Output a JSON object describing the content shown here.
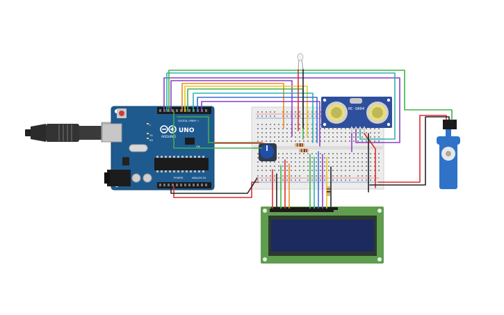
{
  "arduino": {
    "brand": "ARDUINO",
    "model": "UNO",
    "digital_label": "DIGITAL (PWM~)",
    "power_label": "POWER",
    "analog_label": "ANALOG IN",
    "tx_label": "TX",
    "rx_label": "RX",
    "l_label": "L",
    "on_label": "ON"
  },
  "sensor": {
    "label": "HC-SR04"
  },
  "colors": {
    "board": "#1f5a8f",
    "sensor": "#2e4f9c",
    "lcd_pcb": "#5f9d4f",
    "lcd_screen": "#1d2a5e",
    "servo": "#2f73c9",
    "breadboard": "#ececec",
    "wire_red": "#e02a2a",
    "wire_green": "#3fb24a",
    "wire_orange": "#f08a1c",
    "wire_purple": "#8a3fc4",
    "wire_teal": "#2bb3b0",
    "wire_blue": "#3a6fd8",
    "wire_black": "#222222",
    "wire_yellow": "#e8c420"
  },
  "icons": [
    "usb-cable-icon",
    "potentiometer-icon",
    "led-icon",
    "resistor-icon",
    "servo-motor-icon",
    "reset-button-icon"
  ]
}
